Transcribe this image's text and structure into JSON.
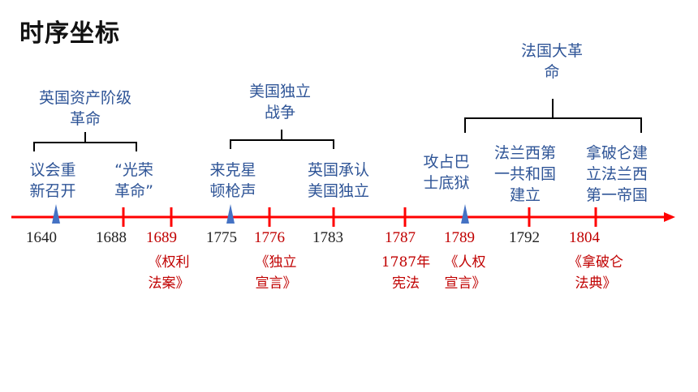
{
  "title": "时序坐标",
  "groups": {
    "english": [
      "英国资产阶级",
      "革命"
    ],
    "american": [
      "美国独立",
      "战争"
    ],
    "french": [
      "法国大革",
      "命"
    ]
  },
  "events": {
    "e1640": [
      "议会重",
      "新召开"
    ],
    "e1688": [
      "“光荣",
      "革命”"
    ],
    "e1775": [
      "来克星",
      "顿枪声"
    ],
    "e1783": [
      "英国承认",
      "美国独立"
    ],
    "e1789": [
      "攻占巴",
      "士底狱"
    ],
    "e1792": [
      "法兰西第",
      "一共和国",
      "建立"
    ],
    "e1804": [
      "拿破仑建",
      "立法兰西",
      "第一帝国"
    ]
  },
  "years": {
    "y1640": "1640",
    "y1688": "1688",
    "y1689": "1689",
    "y1775": "1775",
    "y1776": "1776",
    "y1783": "1783",
    "y1787": "1787",
    "y1789": "1789",
    "y1792": "1792",
    "y1804": "1804"
  },
  "documents": {
    "d1689": [
      "《权利",
      "法案》"
    ],
    "d1776": [
      "《独立",
      "宣言》"
    ],
    "d1787": [
      "1787年",
      "宪法"
    ],
    "d1789": [
      "《人权",
      "宣言》"
    ],
    "d1804": [
      "《拿破仑",
      "法典》"
    ]
  },
  "colors": {
    "axis": "#ff0000",
    "event_text": "#2f5597",
    "document_text": "#c00000",
    "marker": "#4472c4",
    "bracket": "#000000"
  }
}
